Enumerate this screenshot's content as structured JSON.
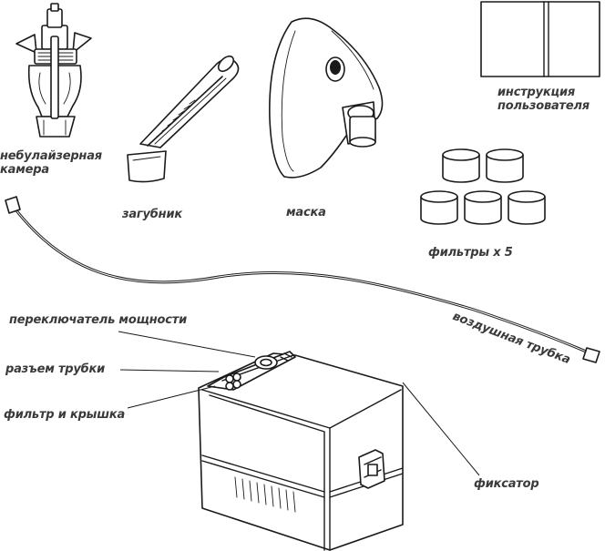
{
  "labels": {
    "nebulizer_chamber": "небулайзерная камера",
    "mouthpiece": "загубник",
    "mask": "маска",
    "user_manual": "инструкция пользователя",
    "filters": "фильтры x 5",
    "air_tube": "воздушная трубка",
    "power_switch": "переключатель мощности",
    "tube_connector": "разъем трубки",
    "filter_and_cover": "фильтр и крышка",
    "latch": "фиксатор"
  },
  "icons": {
    "nebulizer": "nebulizer-chamber-icon",
    "mouthpiece": "mouthpiece-icon",
    "mask": "mask-icon",
    "manual": "booklet-icon",
    "filters": "filter-cylinder-icon",
    "tube": "air-tube-icon",
    "compressor": "compressor-unit-icon"
  },
  "colors": {
    "ink": "#1a1a1a",
    "label": "#3a3a3a",
    "background": "#ffffff"
  }
}
